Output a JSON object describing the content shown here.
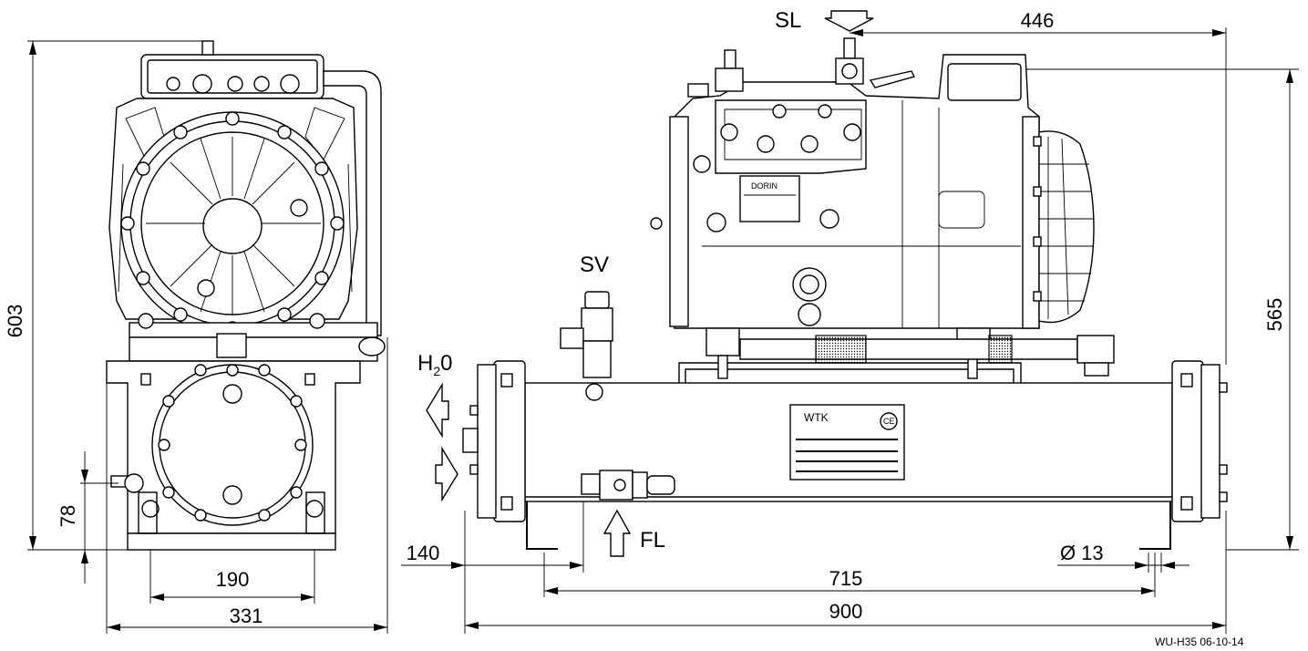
{
  "labels": {
    "sl": "SL",
    "sv": "SV",
    "fl": "FL",
    "h2o_main": "H",
    "h2o_sub": "2",
    "h2o_end": "0",
    "diameter_symbol": "Ø",
    "diameter_value": "13"
  },
  "dimensions": {
    "d603": "603",
    "d78": "78",
    "d190": "190",
    "d331": "331",
    "d446": "446",
    "d565": "565",
    "d140": "140",
    "d715": "715",
    "d900": "900"
  },
  "nameplate": {
    "logo": "WTK",
    "mark": "CE"
  },
  "compressor_brand": "DORIN",
  "drawing_code": "WU-H35  06-10-14"
}
